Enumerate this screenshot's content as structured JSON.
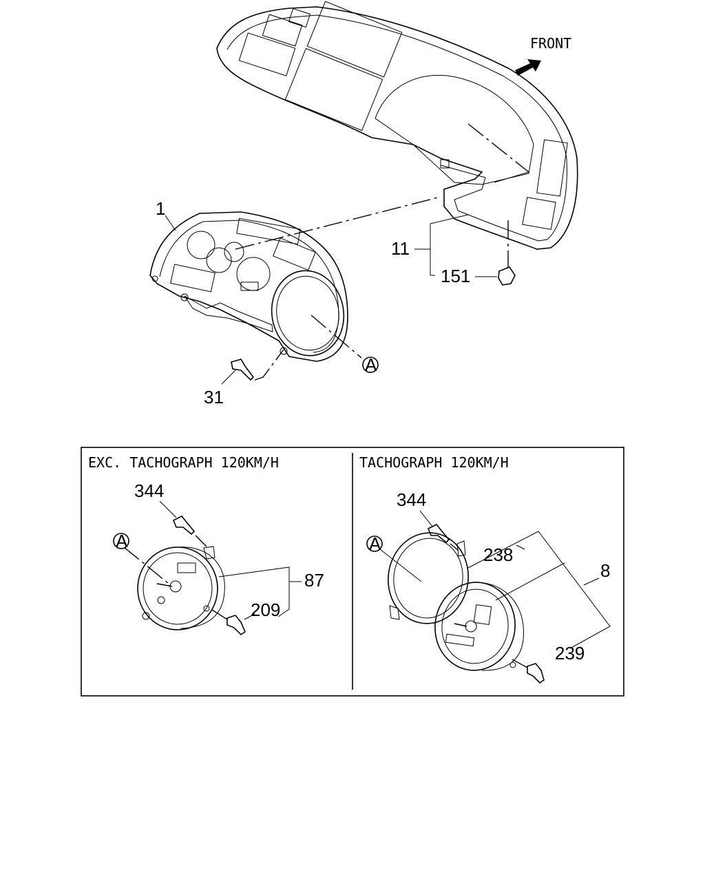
{
  "header": {
    "front_label": "FRONT"
  },
  "callouts": {
    "c1": "1",
    "c11": "11",
    "c151": "151",
    "c31": "31",
    "ref_a": "A"
  },
  "panel_left": {
    "title": "EXC. TACHOGRAPH 120KM/H",
    "c344": "344",
    "c87": "87",
    "c209": "209",
    "ref_a": "A"
  },
  "panel_right": {
    "title": "TACHOGRAPH 120KM/H",
    "c344": "344",
    "c238": "238",
    "c8": "8",
    "c239": "239",
    "ref_a": "A"
  }
}
